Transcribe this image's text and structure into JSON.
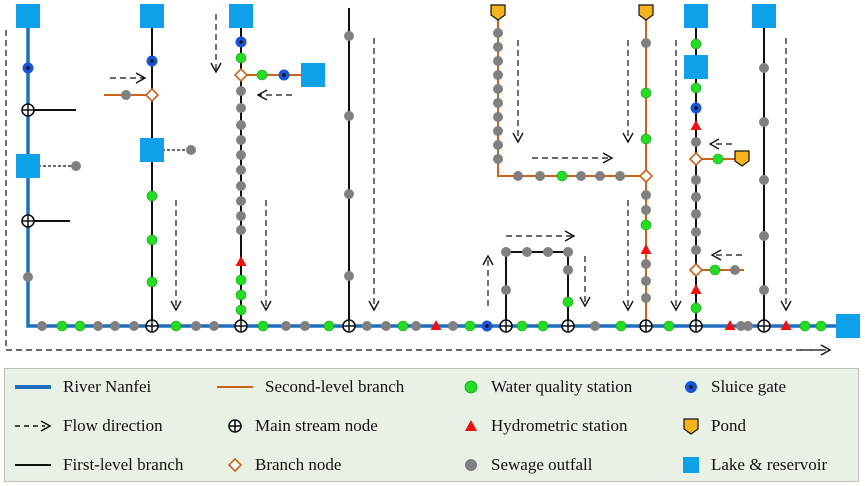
{
  "legend": {
    "river": "River Nanfei",
    "flow": "Flow direction",
    "first_branch": "First-level branch",
    "second_branch": "Second-level branch",
    "main_node": "Main stream node",
    "branch_node": "Branch node",
    "water_station": "Water quality station",
    "hydro_station": "Hydrometric station",
    "sewage": "Sewage outfall",
    "sluice": "Sluice gate",
    "pond": "Pond",
    "lake": "Lake & reservoir"
  },
  "colors": {
    "river": "#1f6fbf",
    "second_branch": "#c8651b",
    "first_branch": "#111111",
    "water_station": "#22dd22",
    "hydro_station": "#ee1111",
    "sewage": "#808080",
    "sluice": "#1a55d8",
    "pond": "#f5b41c",
    "lake": "#0ea0e8",
    "branch_node": "#c8651b",
    "legend_bg": "#e9f0e5"
  }
}
